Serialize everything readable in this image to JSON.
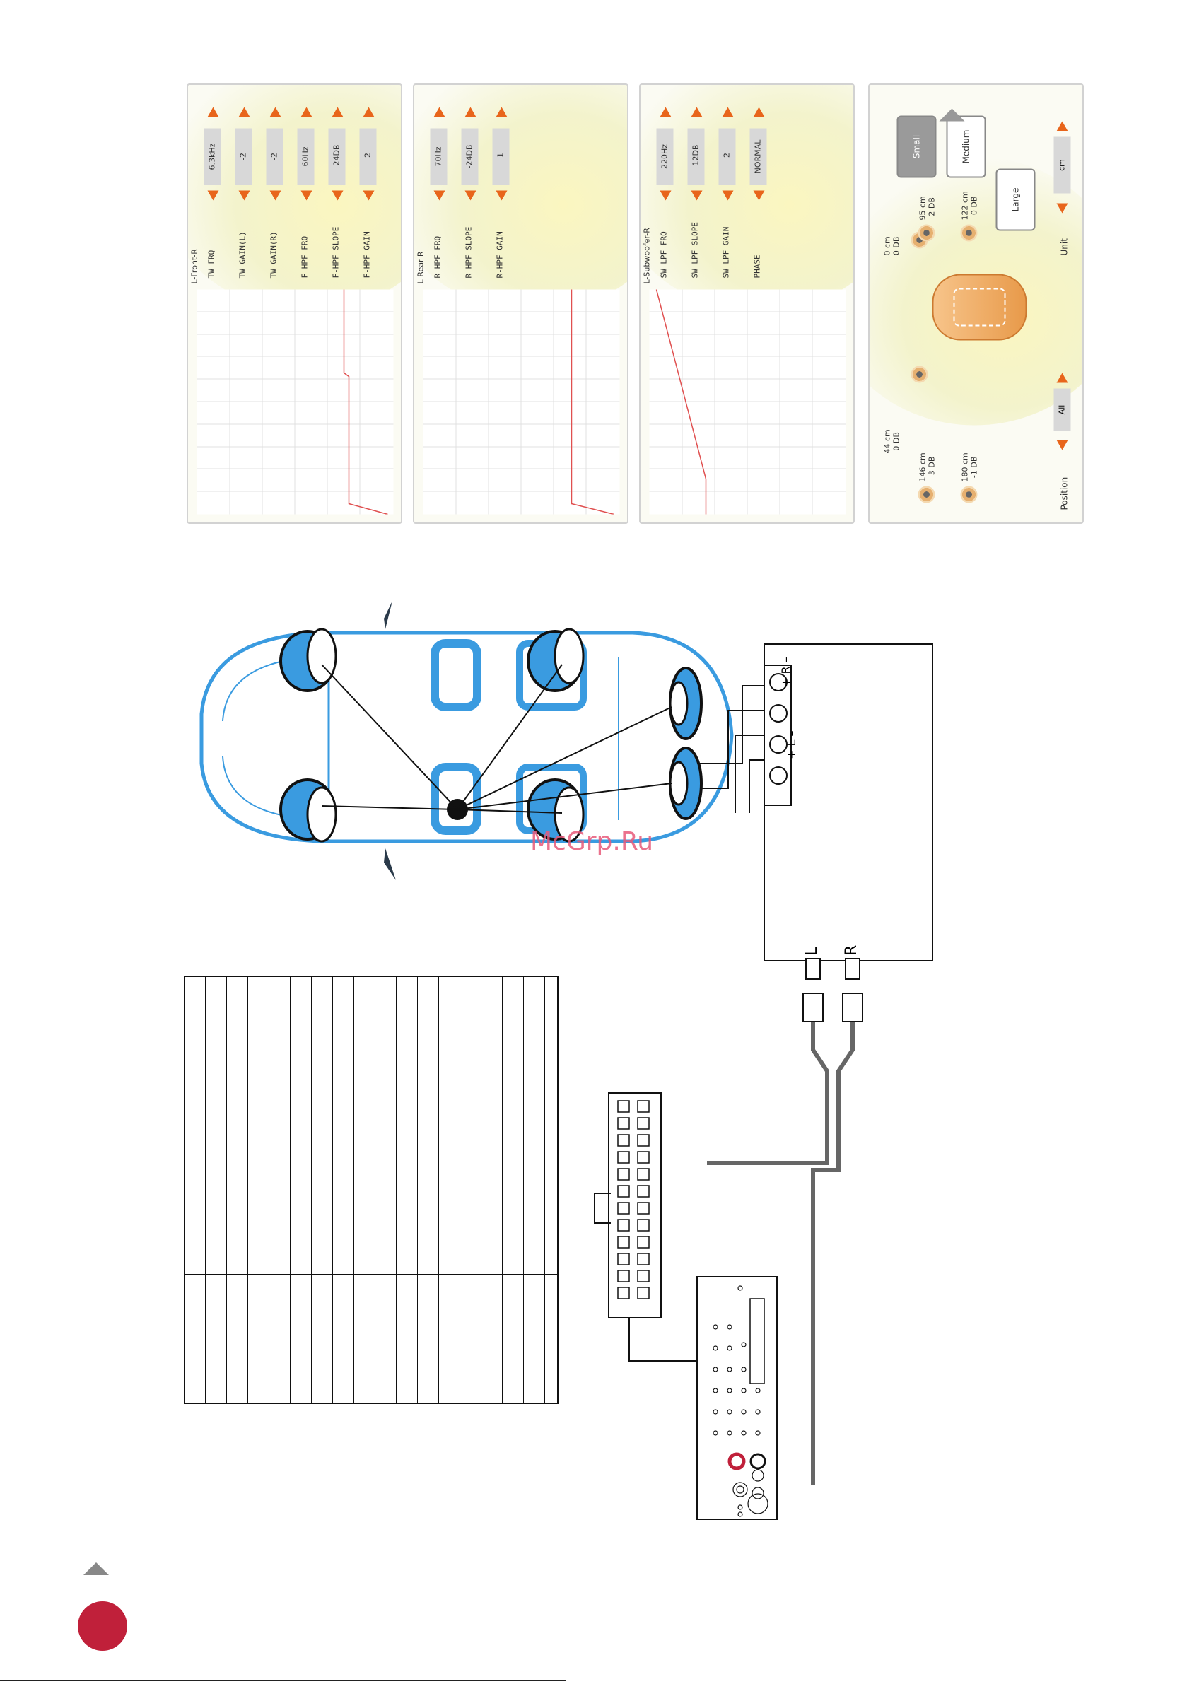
{
  "watermark": "McGrp.Ru",
  "speaker_panels": [
    {
      "title": "L-Front-R",
      "controls": [
        {
          "label": "TW FRQ",
          "value": "6.3kHz"
        },
        {
          "label": "TW GAIN(L)",
          "value": "-2"
        },
        {
          "label": "TW GAIN(R)",
          "value": "-2"
        },
        {
          "label": "F-HPF FRQ",
          "value": "60Hz"
        },
        {
          "label": "F-HPF SLOPE",
          "value": "-24DB"
        },
        {
          "label": "F-HPF GAIN",
          "value": "-2"
        }
      ]
    },
    {
      "title": "L-Rear-R",
      "controls": [
        {
          "label": "R-HPF FRQ",
          "value": "70Hz"
        },
        {
          "label": "R-HPF SLOPE",
          "value": "-24DB"
        },
        {
          "label": "R-HPF GAIN",
          "value": "-1"
        }
      ]
    },
    {
      "title": "L-Subwoofer-R",
      "controls": [
        {
          "label": "SW LPF FRQ",
          "value": "220Hz"
        },
        {
          "label": "SW LPF SLOPE",
          "value": "-12DB"
        },
        {
          "label": "SW LPF GAIN",
          "value": "-2"
        },
        {
          "label": "PHASE",
          "value": "NORMAL"
        }
      ]
    }
  ],
  "position_panel": {
    "speakers": [
      {
        "distance": "180 cm",
        "gain": "-1 DB"
      },
      {
        "distance": "146 cm",
        "gain": "-3 DB"
      },
      {
        "distance": "44 cm",
        "gain": "0 DB"
      },
      {
        "distance": "0 cm",
        "gain": "0 DB"
      },
      {
        "distance": "122 cm",
        "gain": "0 DB"
      },
      {
        "distance": "95 cm",
        "gain": "-2 DB"
      }
    ],
    "position_label": "Position",
    "position_value": "All",
    "unit_label": "Unit",
    "unit_value": "cm",
    "sizes": [
      "Small",
      "Medium",
      "Large"
    ],
    "selected_size": "Small"
  },
  "amplifier": {
    "terminals": [
      "+ L –",
      "+ R –"
    ],
    "inputs": [
      "L",
      "R"
    ]
  },
  "colors": {
    "accent_orange": "#e8651b",
    "car_blue": "#3a9be0",
    "page_marker_red": "#c0203a",
    "curve_red": "#e05050"
  }
}
